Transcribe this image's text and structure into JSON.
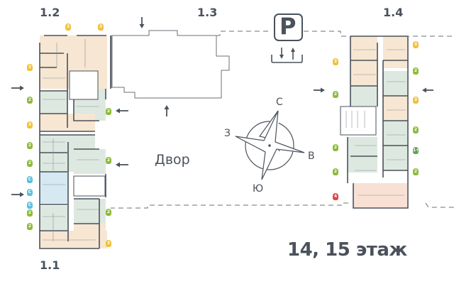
{
  "title": "14, 15 этаж",
  "yard_label": "Двор",
  "sections": [
    {
      "id": "1.1",
      "label": "1.1"
    },
    {
      "id": "1.2",
      "label": "1.2"
    },
    {
      "id": "1.3",
      "label": "1.3"
    },
    {
      "id": "1.4",
      "label": "1.4"
    }
  ],
  "parking": {
    "label": "P"
  },
  "compass": {
    "north": "С",
    "south": "Ю",
    "west": "З",
    "east": "В"
  },
  "colors": {
    "three_room": "#f0c13a",
    "two_room": "#8dbb3a",
    "studio": "#5bbfe0",
    "four_room": "#e2453c",
    "one_plus": "#6a9e5a",
    "line": "#4a525b"
  },
  "apartments": {
    "section_1_2_1_1": [
      {
        "rooms": "3",
        "color": "#f0c13a"
      },
      {
        "rooms": "3",
        "color": "#f0c13a"
      },
      {
        "rooms": "3",
        "color": "#f0c13a"
      },
      {
        "rooms": "2",
        "color": "#8dbb3a"
      },
      {
        "rooms": "2",
        "color": "#8dbb3a"
      },
      {
        "rooms": "3",
        "color": "#f0c13a"
      },
      {
        "rooms": "2",
        "color": "#8dbb3a"
      },
      {
        "rooms": "2",
        "color": "#8dbb3a"
      },
      {
        "rooms": "2",
        "color": "#8dbb3a"
      },
      {
        "rooms": "С",
        "color": "#5bbfe0"
      },
      {
        "rooms": "С",
        "color": "#5bbfe0"
      },
      {
        "rooms": "С",
        "color": "#5bbfe0"
      },
      {
        "rooms": "2",
        "color": "#8dbb3a"
      },
      {
        "rooms": "2",
        "color": "#8dbb3a"
      },
      {
        "rooms": "2",
        "color": "#8dbb3a"
      },
      {
        "rooms": "3",
        "color": "#f0c13a"
      }
    ],
    "section_1_4": [
      {
        "rooms": "3",
        "color": "#f0c13a"
      },
      {
        "rooms": "3",
        "color": "#f0c13a"
      },
      {
        "rooms": "2",
        "color": "#8dbb3a"
      },
      {
        "rooms": "2",
        "color": "#8dbb3a"
      },
      {
        "rooms": "3",
        "color": "#f0c13a"
      },
      {
        "rooms": "2",
        "color": "#8dbb3a"
      },
      {
        "rooms": "2",
        "color": "#8dbb3a"
      },
      {
        "rooms": "1+",
        "color": "#6a9e5a"
      },
      {
        "rooms": "2",
        "color": "#8dbb3a"
      },
      {
        "rooms": "2",
        "color": "#8dbb3a"
      },
      {
        "rooms": "4",
        "color": "#e2453c"
      }
    ]
  }
}
